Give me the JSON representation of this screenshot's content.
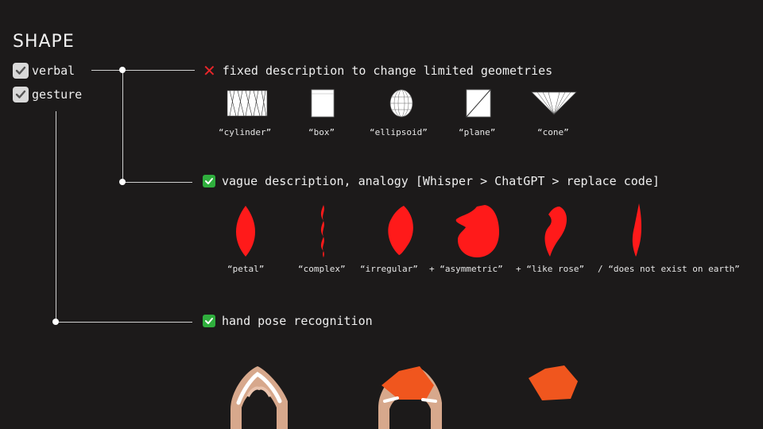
{
  "title": "SHAPE",
  "modes": [
    {
      "label": "verbal"
    },
    {
      "label": "gesture"
    }
  ],
  "sections": {
    "fixed": {
      "text": "fixed description to change limited geometries",
      "items": [
        "“cylinder”",
        "“box”",
        "“ellipsoid”",
        "“plane”",
        "“cone”"
      ]
    },
    "vague": {
      "text": "vague description, analogy [Whisper > ChatGPT > replace code]",
      "items": [
        "“petal”",
        "“complex”",
        "“irregular”",
        "+ “asymmetric”",
        "+ “like rose”",
        "/ “does not exist on earth”"
      ]
    },
    "hand": {
      "text": "hand pose recognition"
    }
  },
  "colors": {
    "background": "#1c1a1a",
    "red_shape": "#ff1a1a",
    "orange_shape": "#f0561e",
    "check_green": "#2fae3d",
    "cross_red": "#e8262a"
  },
  "icons": [
    "checkbox-checked-icon",
    "cross-icon",
    "check-icon",
    "hand-pose-image"
  ]
}
